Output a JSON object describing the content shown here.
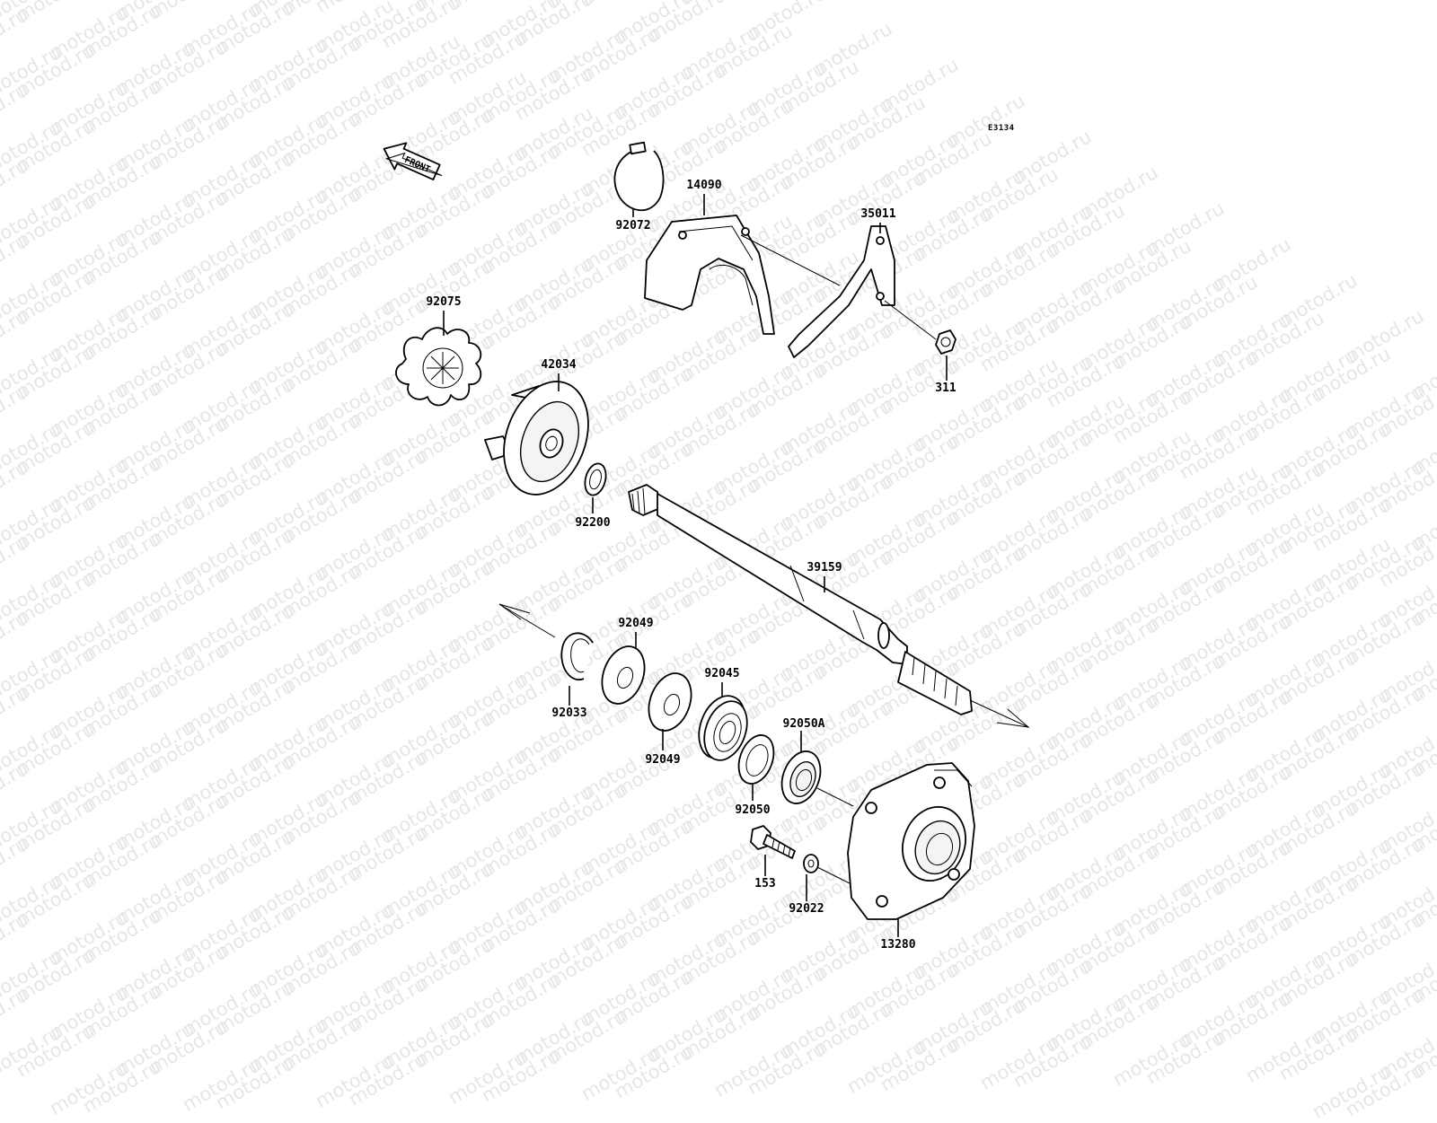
{
  "diagram": {
    "code": "E3134",
    "front_label": "FRONT",
    "watermark": "motod.ru",
    "parts": [
      {
        "id": "92072",
        "label": "92072"
      },
      {
        "id": "14090",
        "label": "14090"
      },
      {
        "id": "35011",
        "label": "35011"
      },
      {
        "id": "311",
        "label": "311"
      },
      {
        "id": "92075",
        "label": "92075"
      },
      {
        "id": "42034",
        "label": "42034"
      },
      {
        "id": "92200",
        "label": "92200"
      },
      {
        "id": "39159",
        "label": "39159"
      },
      {
        "id": "92049a",
        "label": "92049"
      },
      {
        "id": "92033",
        "label": "92033"
      },
      {
        "id": "92049b",
        "label": "92049"
      },
      {
        "id": "92045",
        "label": "92045"
      },
      {
        "id": "92050A",
        "label": "92050A"
      },
      {
        "id": "92050",
        "label": "92050"
      },
      {
        "id": "153",
        "label": "153"
      },
      {
        "id": "92022",
        "label": "92022"
      },
      {
        "id": "13280",
        "label": "13280"
      }
    ]
  }
}
